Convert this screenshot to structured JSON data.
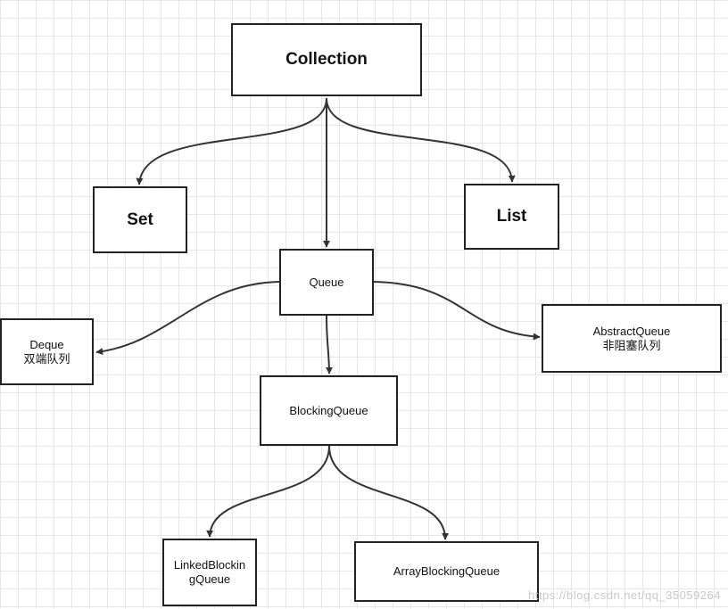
{
  "nodes": {
    "collection": "Collection",
    "set": "Set",
    "list": "List",
    "queue": "Queue",
    "deque": {
      "name": "Deque",
      "desc": "双端队列"
    },
    "abstract_queue": {
      "name": "AbstractQueue",
      "desc": "非阻塞队列"
    },
    "blocking_queue": "BlockingQueue",
    "linked_blocking_queue": "LinkedBlockingQueue",
    "array_blocking_queue": "ArrayBlockingQueue"
  },
  "watermark": "https://blog.csdn.net/qq_35059264",
  "colors": {
    "line": "#333333",
    "border": "#222222",
    "grid": "#e6e6e6"
  }
}
